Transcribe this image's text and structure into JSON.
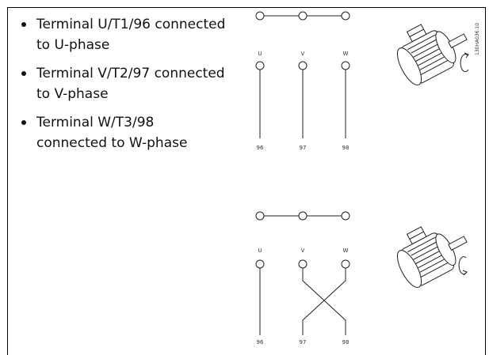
{
  "bullets": [
    {
      "line1": "Terminal U/T1/96 connected",
      "line2": "to U-phase"
    },
    {
      "line1": "Terminal V/T2/97 connected",
      "line2": "to V-phase"
    },
    {
      "line1": "Terminal W/T3/98",
      "line2": "connected to W-phase"
    }
  ],
  "diagram": {
    "top": {
      "phases": [
        "U",
        "V",
        "W"
      ],
      "terminals": [
        "96",
        "97",
        "98"
      ]
    },
    "bottom": {
      "phases": [
        "U",
        "V",
        "W"
      ],
      "terminals": [
        "96",
        "97",
        "98"
      ]
    },
    "figure_code": "130HA036.10"
  },
  "icons": {
    "top_motor": "motor-icon",
    "bottom_motor": "motor-icon"
  }
}
